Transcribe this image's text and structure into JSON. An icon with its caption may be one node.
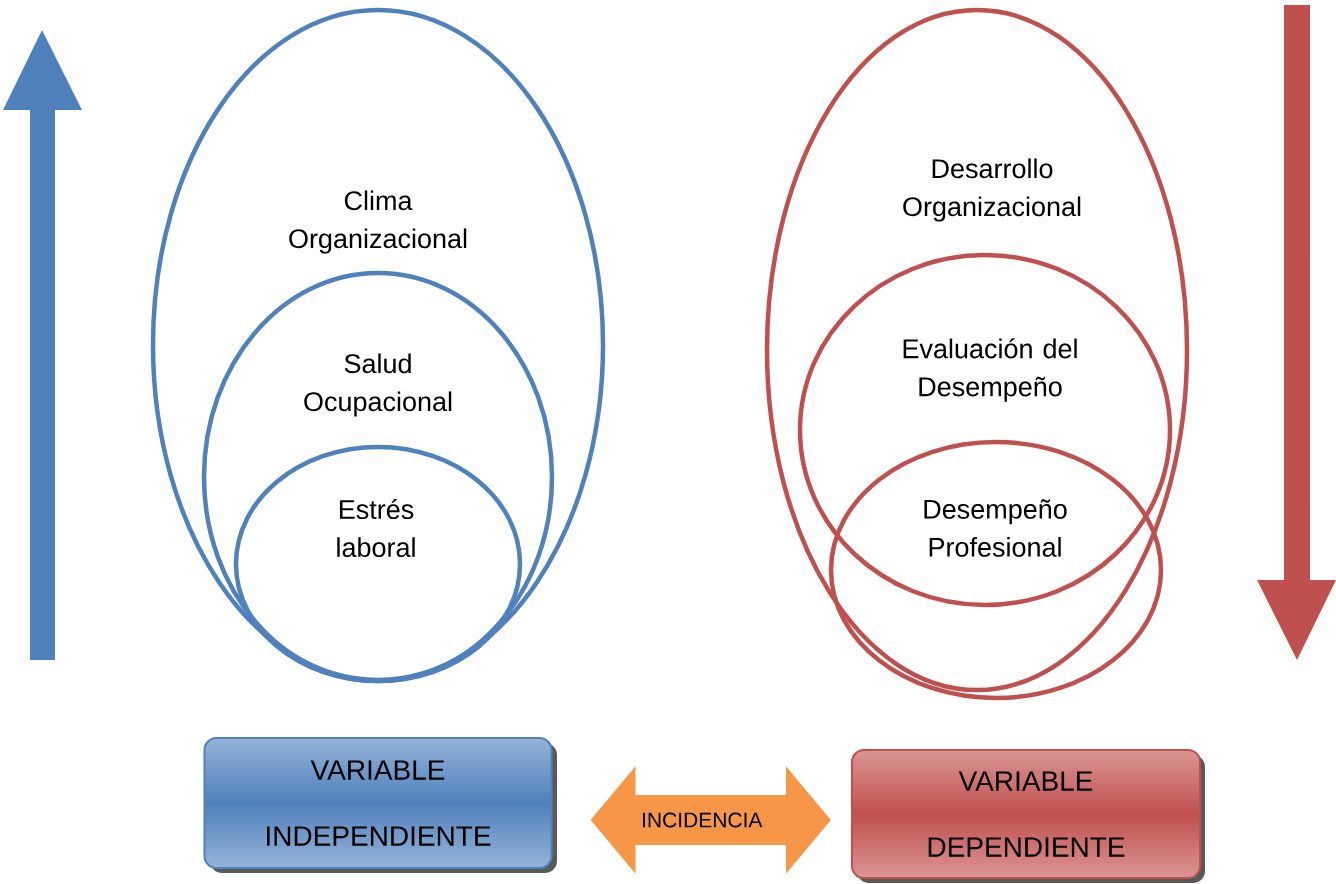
{
  "diagram": {
    "nodes": [
      {
        "text": [
          "Clima Organizacional"
        ]
      },
      {
        "text": [
          "Salud Ocupacional"
        ],
        "in": 0
      },
      {
        "text": [
          "Estrés laboral"
        ],
        "in": 1
      },
      {
        "text": [
          "Desarrollo Organizacional"
        ]
      },
      {
        "text": [
          "Evaluación del Desempeño"
        ],
        "in": 3
      },
      {
        "text": [
          "Desempeño Profesional"
        ],
        "in": 3
      },
      {
        "text": [
          "VARIABLE INDEPENDIENTE"
        ]
      },
      {
        "text": [
          "VARIABLE DEPENDIENTE"
        ]
      }
    ],
    "edges": [
      {
        "from": 6,
        "to": 7,
        "arrow": "both",
        "label": "INCIDENCIA",
        "color": "#f79646"
      }
    ]
  }
}
